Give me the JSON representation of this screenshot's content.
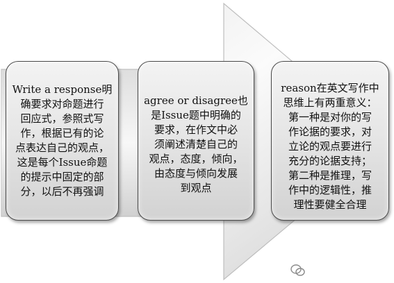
{
  "boxes": [
    {
      "lines": [
        "Write a response明",
        "确要求对命题进行",
        "回应式，参照式写",
        "作，根据已有的论",
        "点表达自己的观点，",
        "这是每个Issue命题",
        "的提示中固定的部",
        "分，以后不再强调"
      ]
    },
    {
      "lines": [
        "agree or disagree也",
        "是Issue题中明确的",
        "要求，在作文中必",
        "须阐述清楚自己的",
        "观点，态度，倾向，",
        "由态度与倾向发展",
        "到观点"
      ]
    },
    {
      "lines": [
        "reason在英文写作中",
        "思维上有两重意义：",
        "第一种是对你的写",
        "作论据的要求，对",
        "立论的观点要进行",
        "充分的论据支持；",
        "第二种是推理，写",
        "作中的逻辑性，推",
        "理性要健全合理"
      ]
    }
  ],
  "colors": {
    "box_border": "#4a4a4a",
    "arrow_light": "#fbfbfb",
    "arrow_dark": "#cfcfcf",
    "text": "#111111"
  }
}
